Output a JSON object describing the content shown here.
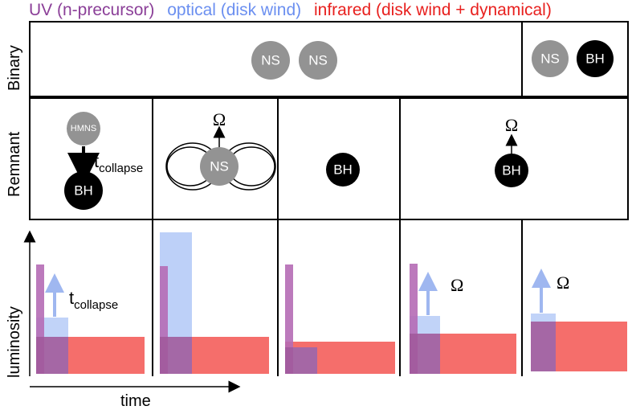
{
  "legend": {
    "uv": "UV (n-precursor)",
    "optical": "optical (disk wind)",
    "infrared": "infrared (disk wind + dynamical)"
  },
  "colors": {
    "uv": "#8b3f98",
    "optical": "#6b8ff0",
    "infrared": "#e8201e",
    "ns_fill": "#939393",
    "bh_fill": "#000000",
    "uv_bar": "#b56bb5",
    "optical_bar": "#b6cbf7",
    "infrared_bar": "#f56e6b",
    "arrow_blue": "#9fb7f0"
  },
  "rows": {
    "binary": "Binary",
    "remnant": "Remnant",
    "luminosity": "luminosity",
    "time": "time"
  },
  "binary": {
    "ns1": "NS",
    "ns2": "NS",
    "ns3": "NS",
    "bh": "BH"
  },
  "remnant": {
    "hmns": "HMNS",
    "bh1": "BH",
    "t_collapse": "t",
    "t_collapse_sub": "collapse",
    "ns": "NS",
    "omega1": "Ω",
    "bh2": "BH",
    "bh3": "BH",
    "omega2": "Ω"
  },
  "lightcurves": {
    "t_collapse": "t",
    "t_collapse_sub": "collapse",
    "omega1": "Ω",
    "omega2": "Ω",
    "panels": [
      {
        "uv": 1.0,
        "optical": 0.38,
        "infrared": 0.3,
        "optical_width": 0.2
      },
      {
        "uv": 0.95,
        "optical": 1.35,
        "infrared": 0.3,
        "optical_width": 0.22
      },
      {
        "uv": 1.0,
        "optical": 0.2,
        "infrared": 0.25,
        "optical_width": 0.2
      },
      {
        "uv": 1.0,
        "optical": 0.4,
        "infrared": 0.33,
        "optical_width": 0.2
      },
      {
        "uv": 0.0,
        "optical": 0.42,
        "infrared": 0.38,
        "optical_width": 0.25
      }
    ]
  }
}
